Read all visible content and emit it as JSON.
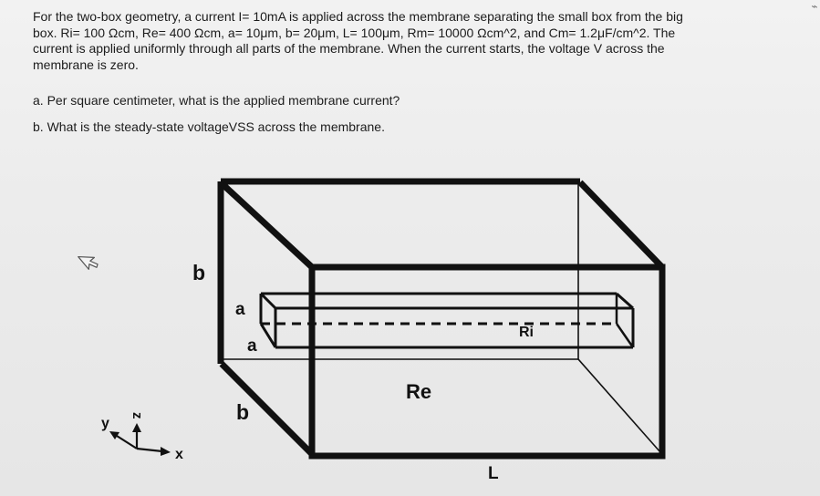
{
  "problem": {
    "text": "For the two-box geometry, a current I= 10mA is applied across the membrane separating the small box from the big box. Ri= 100 Ωcm, Re= 400 Ωcm, a= 10μm, b= 20μm, L= 100μm, Rm= 10000 Ωcm^2, and Cm= 1.2μF/cm^2. The current is applied uniformly through all parts of the membrane. When the current starts, the voltage V across the membrane is zero."
  },
  "questions": {
    "a": "a. Per square centimeter, what is the applied membrane current?",
    "b": "b. What is the steady-state voltageVSS across the membrane."
  },
  "diagram": {
    "labels": {
      "b_top": "b",
      "a_upper": "a",
      "a_lower": "a",
      "ri": "Ri",
      "re": "Re",
      "b_bottom": "b",
      "l": "L"
    },
    "axes": {
      "x": "x",
      "y": "y",
      "z": "z"
    }
  }
}
